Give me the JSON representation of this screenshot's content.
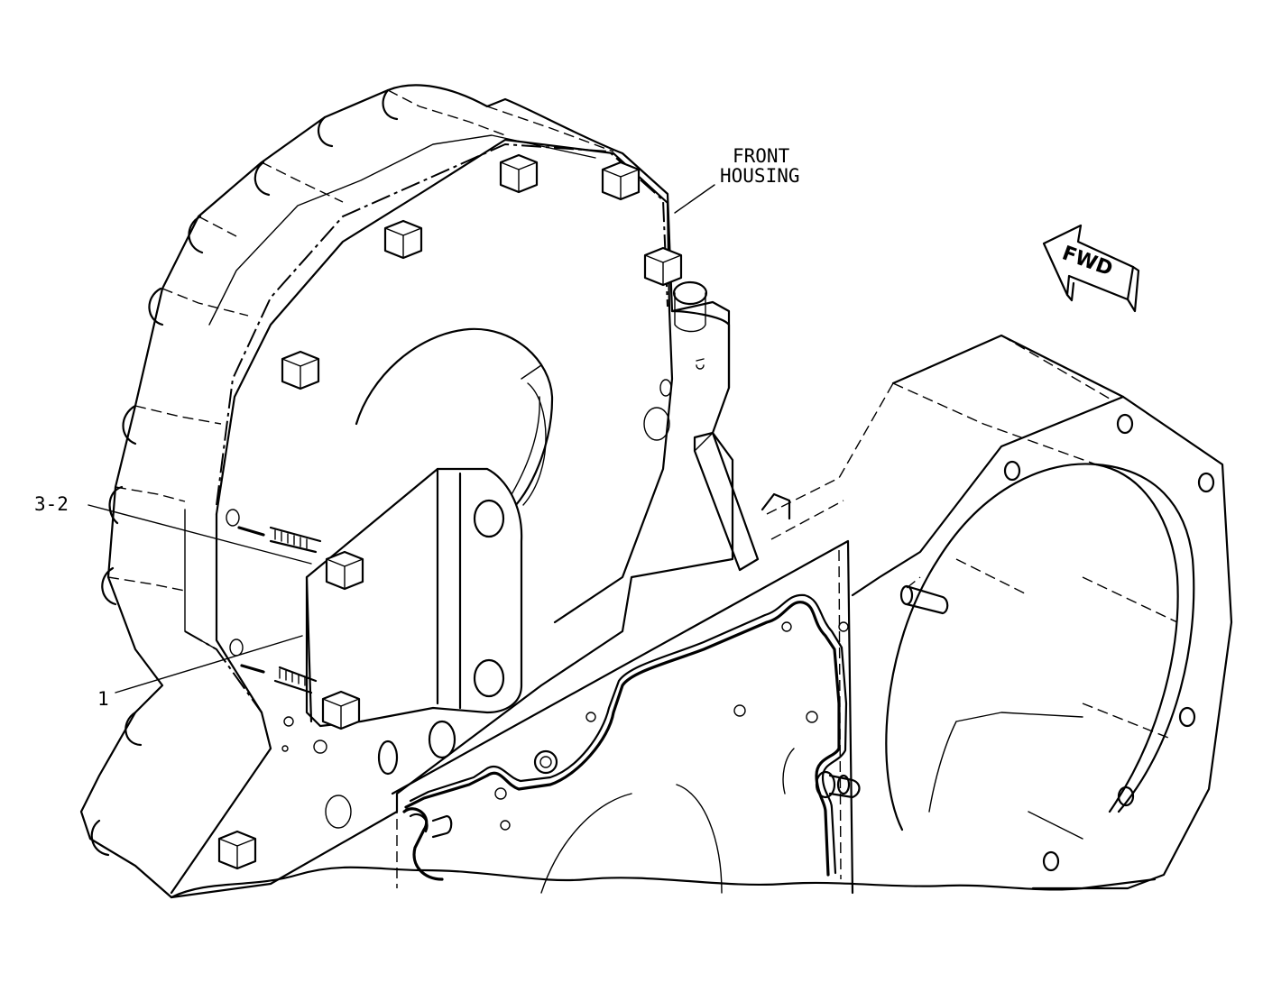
{
  "labels": {
    "front_housing_line1": "FRONT",
    "front_housing_line2": "HOUSING",
    "callout_3_2": "3-2",
    "callout_1": "1",
    "fwd": "FWD"
  }
}
